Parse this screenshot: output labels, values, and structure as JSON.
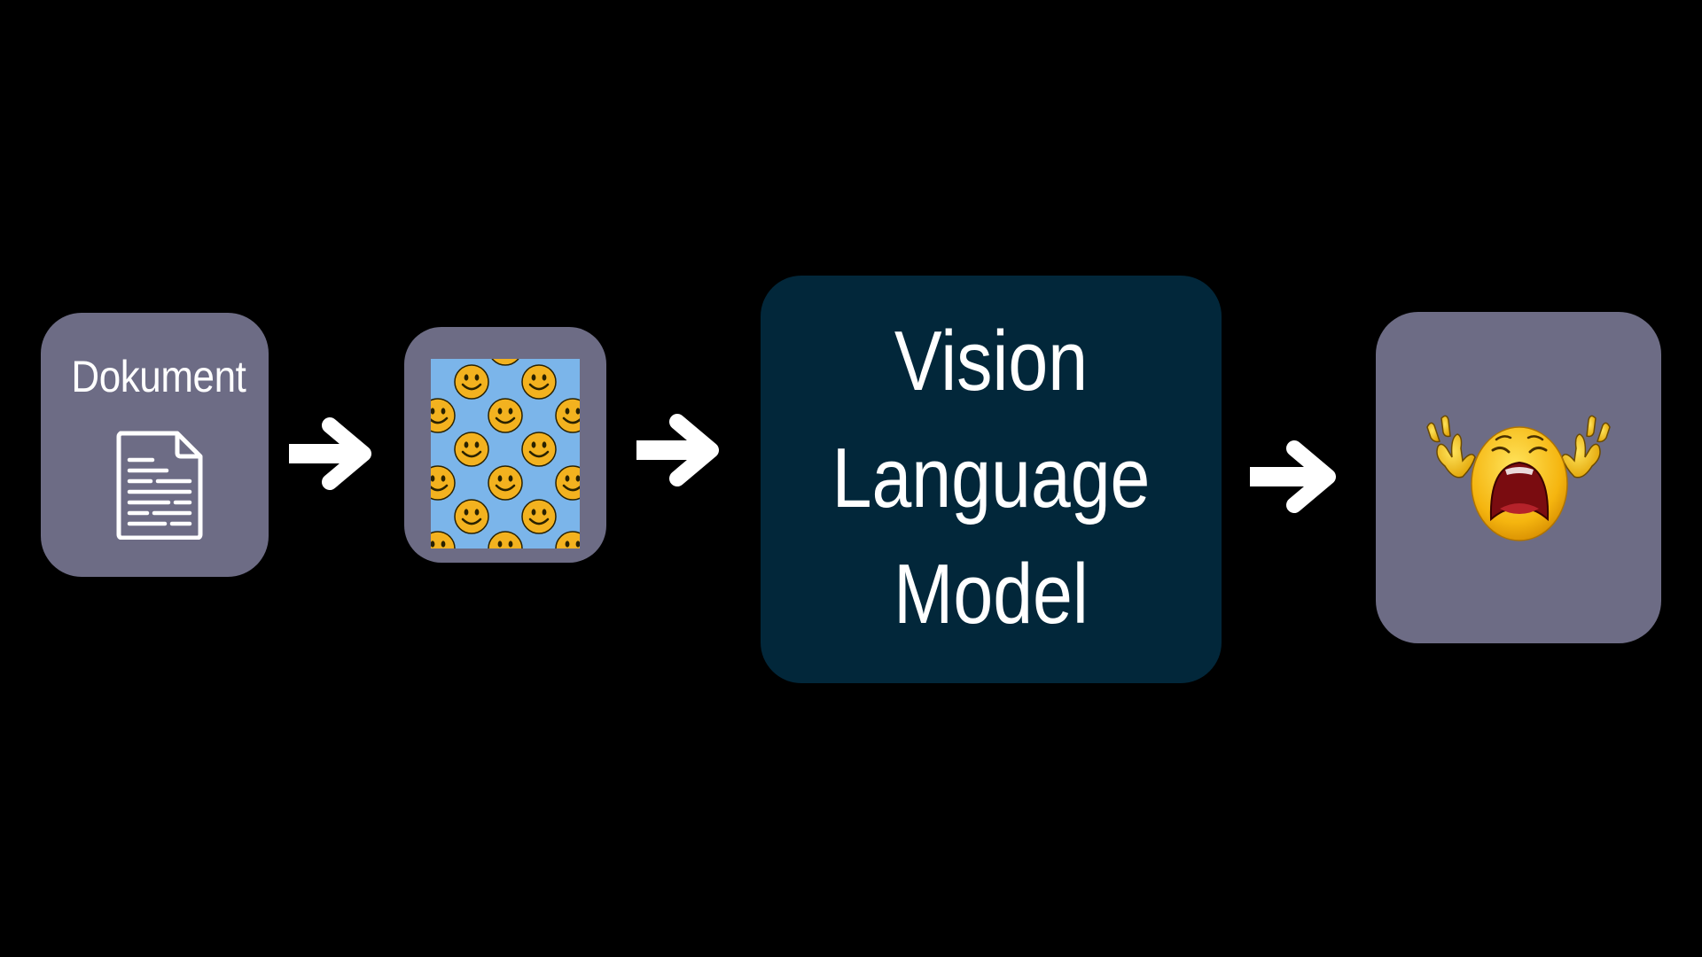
{
  "diagram": {
    "document_label": "Dokument",
    "model_label_lines": [
      "Vision",
      "Language",
      "Model"
    ]
  },
  "icons": {
    "document": "document-icon",
    "image": "smiley-pattern-image",
    "output": "crying-emoji-icon",
    "arrow": "arrow-right-icon"
  },
  "colors": {
    "background": "#000000",
    "node_fill": "#6d6c85",
    "model_fill": "#02273a",
    "text": "#ffffff",
    "pattern_background": "#7bb5ea",
    "smiley": "#f3b21f"
  }
}
